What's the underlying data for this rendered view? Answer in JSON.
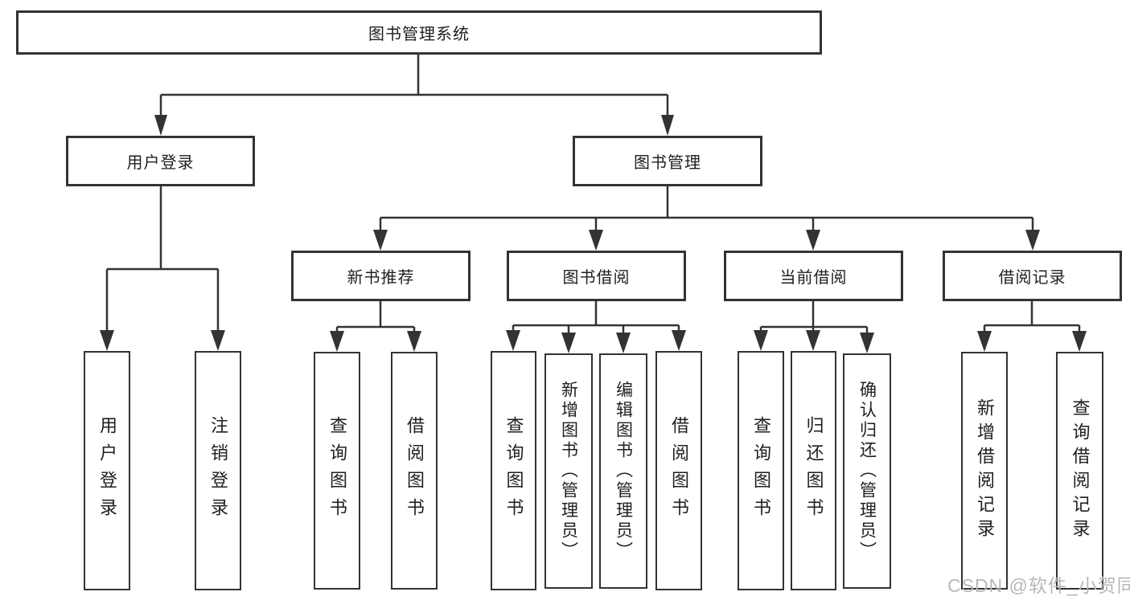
{
  "tree": {
    "label": "图书管理系统",
    "children": [
      {
        "label": "用户登录",
        "children": [
          {
            "label": "用户登录"
          },
          {
            "label": "注销登录"
          }
        ]
      },
      {
        "label": "图书管理",
        "children": [
          {
            "label": "新书推荐",
            "children": [
              {
                "label": "查询图书"
              },
              {
                "label": "借阅图书"
              }
            ]
          },
          {
            "label": "图书借阅",
            "children": [
              {
                "label": "查询图书"
              },
              {
                "label": "新增图书（管理员）"
              },
              {
                "label": "编辑图书（管理员）"
              },
              {
                "label": "借阅图书"
              }
            ]
          },
          {
            "label": "当前借阅",
            "children": [
              {
                "label": "查询图书"
              },
              {
                "label": "归还图书"
              },
              {
                "label": "确认归还（管理员）"
              }
            ]
          },
          {
            "label": "借阅记录",
            "children": [
              {
                "label": "新增借阅记录"
              },
              {
                "label": "查询借阅记录"
              }
            ]
          }
        ]
      }
    ]
  },
  "watermark": "CSDN @软件_小贺同学",
  "colors": {
    "line": "#333333",
    "text": "#1f1f1f",
    "watermark": "#b7b7b7",
    "background": "#ffffff"
  }
}
